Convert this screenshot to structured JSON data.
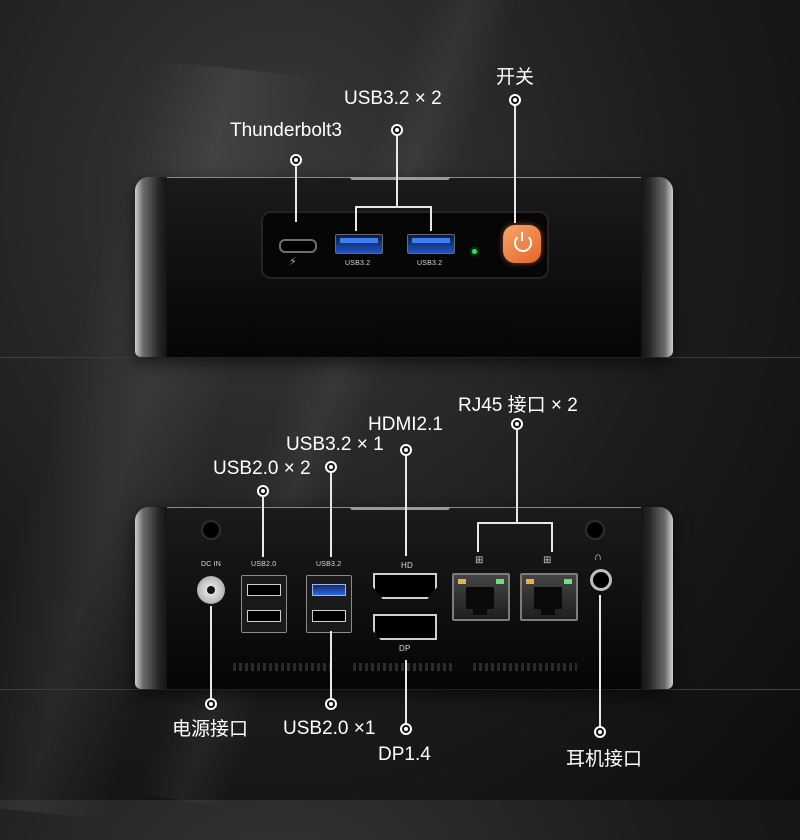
{
  "front": {
    "callouts": {
      "thunderbolt": "Thunderbolt3",
      "usb32_x2": "USB3.2 × 2",
      "power_switch": "开关"
    },
    "port_labels": {
      "usb_a_1": "USB3.2",
      "usb_a_2": "USB3.2"
    },
    "icons": {
      "thunderbolt": "thunderbolt-icon",
      "power": "power-icon"
    },
    "colors": {
      "power_button": "#ee7a3a",
      "status_led": "#35e04a",
      "usb_blue": "#2a67e6"
    }
  },
  "back": {
    "callouts": {
      "usb20_x2": "USB2.0 × 2",
      "usb32_x1": "USB3.2 × 1",
      "hdmi": "HDMI2.1",
      "rj45_x2": "RJ45 接口 × 2",
      "power_port": "电源接口",
      "usb20_x1": "USB2.0 ×1",
      "dp": "DP1.4",
      "headphone": "耳机接口"
    },
    "port_labels": {
      "dc_in": "DC IN",
      "usb20": "USB2.0",
      "usb32": "USB3.2",
      "hd": "HD",
      "dp": "DP"
    },
    "icons": {
      "network": "network-icon",
      "headphone": "headphone-icon"
    }
  }
}
